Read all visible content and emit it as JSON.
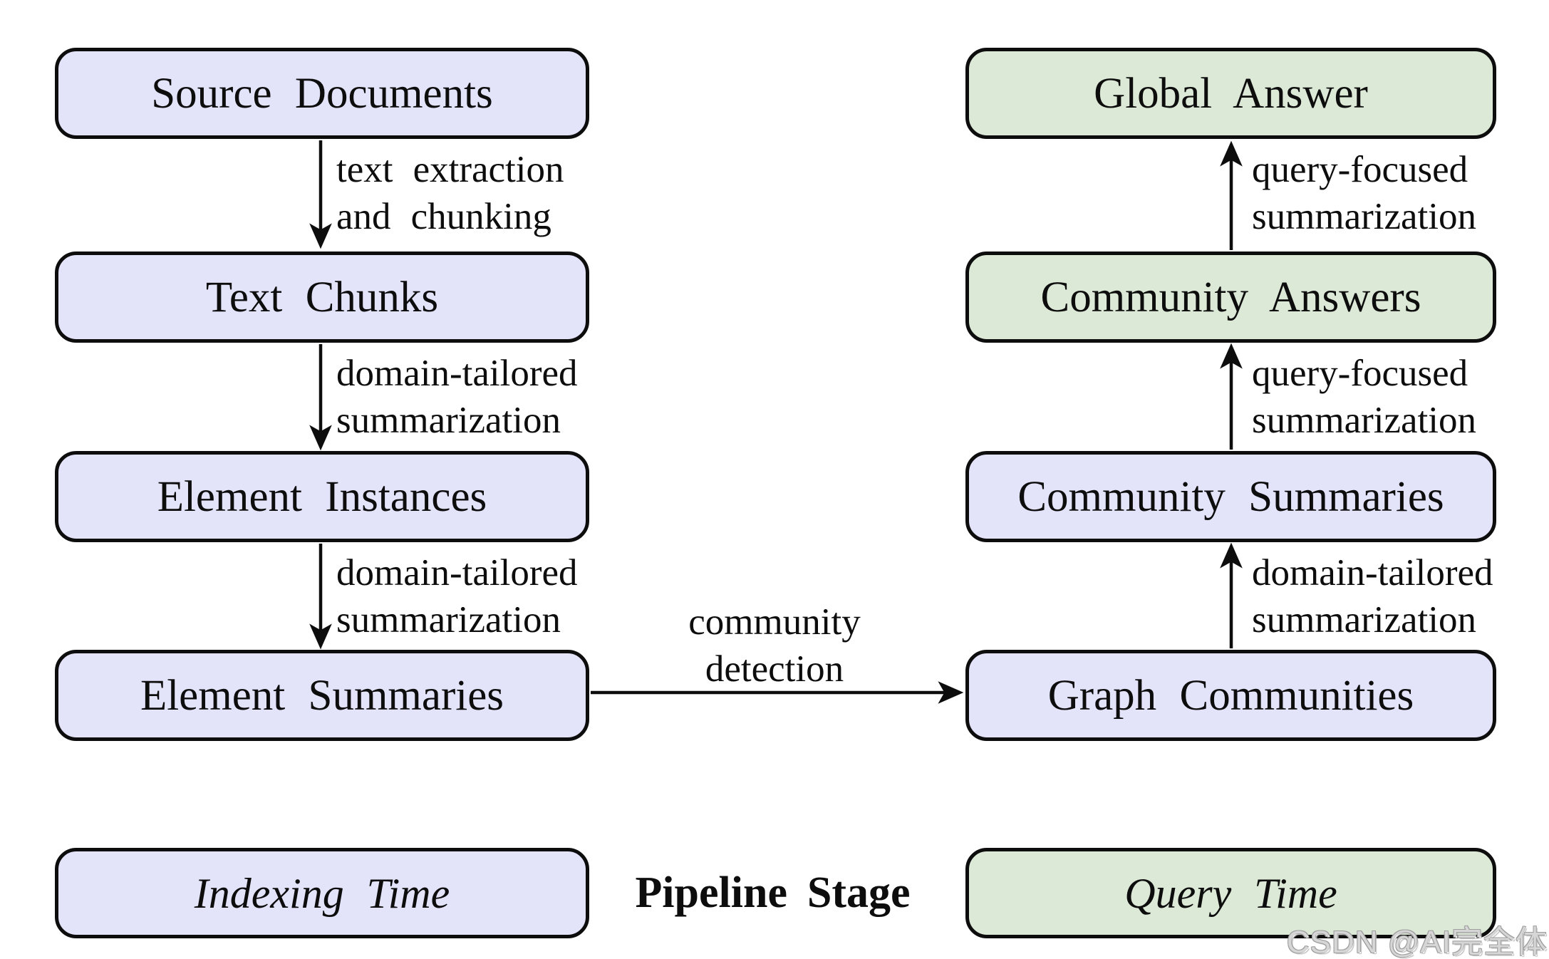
{
  "diagram": {
    "columns": {
      "indexing": {
        "nodes": [
          {
            "id": "source-documents",
            "label": "Source Documents"
          },
          {
            "id": "text-chunks",
            "label": "Text Chunks"
          },
          {
            "id": "element-instances",
            "label": "Element Instances"
          },
          {
            "id": "element-summaries",
            "label": "Element Summaries"
          }
        ],
        "edge_labels": [
          "text extraction\nand chunking",
          "domain-tailored\nsummarization",
          "domain-tailored\nsummarization"
        ]
      },
      "query": {
        "nodes": [
          {
            "id": "global-answer",
            "label": "Global Answer"
          },
          {
            "id": "community-answers",
            "label": "Community Answers"
          },
          {
            "id": "community-summaries",
            "label": "Community Summaries"
          },
          {
            "id": "graph-communities",
            "label": "Graph Communities"
          }
        ],
        "edge_labels": [
          "query-focused\nsummarization",
          "query-focused\nsummarization",
          "domain-tailored\nsummarization"
        ]
      }
    },
    "cross_edge_label": "community\ndetection",
    "legend": {
      "indexing_time": "Indexing Time",
      "pipeline_stage": "Pipeline Stage",
      "query_time": "Query Time"
    },
    "colors": {
      "indexing_fill": "#e3e3fa",
      "query_fill": "#dce9d7",
      "stroke": "#0d0d0d"
    },
    "watermark": "CSDN @AI完全体"
  }
}
